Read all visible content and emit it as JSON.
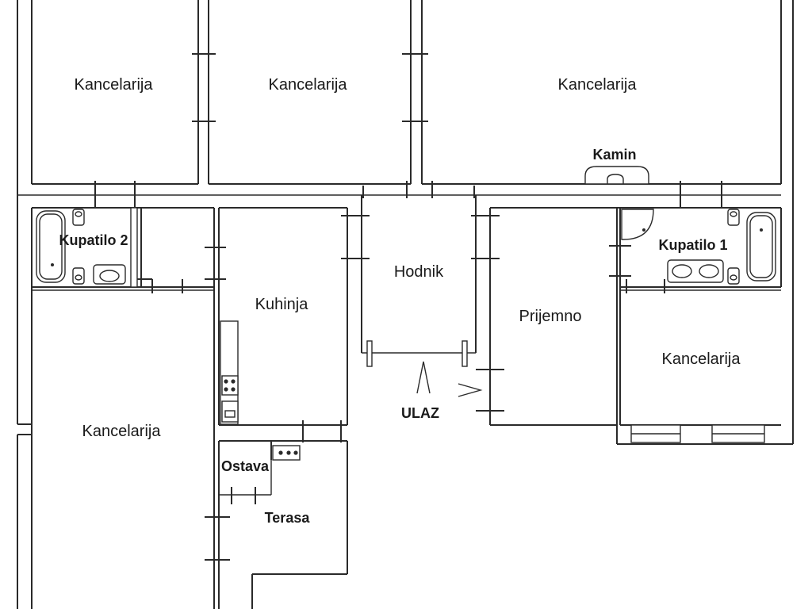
{
  "plan": {
    "rooms": {
      "office_top_left": "Kancelarija",
      "office_top_middle": "Kancelarija",
      "office_top_right": "Kancelarija",
      "fireplace": "Kamin",
      "bathroom_2": "Kupatilo 2",
      "kitchen": "Kuhinja",
      "hallway": "Hodnik",
      "reception": "Prijemno",
      "bathroom_1": "Kupatilo 1",
      "office_right": "Kancelarija",
      "office_left": "Kancelarija",
      "pantry": "Ostava",
      "terrace": "Terasa",
      "entrance": "ULAZ"
    }
  }
}
